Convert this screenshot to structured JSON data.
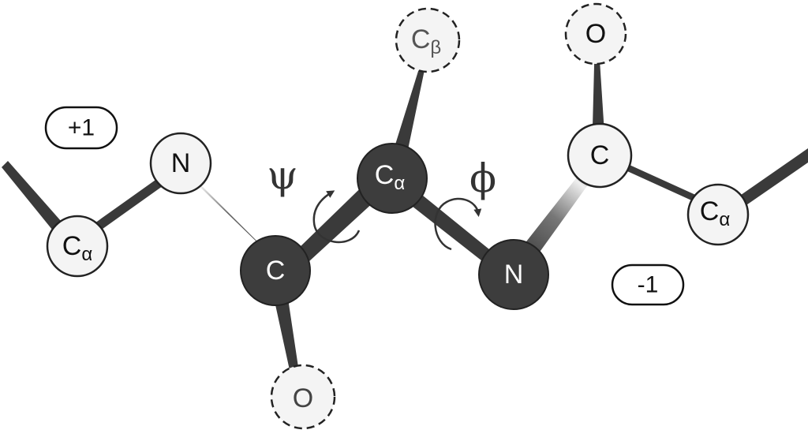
{
  "charges": {
    "plus": "+1",
    "minus": "-1"
  },
  "angles": {
    "psi": "ψ",
    "phi": "ϕ"
  },
  "atoms": {
    "ca_left": {
      "main": "C",
      "sub": "α"
    },
    "n_left": {
      "main": "N"
    },
    "c_center": {
      "main": "C"
    },
    "o_bottom": {
      "main": "O"
    },
    "ca_center": {
      "main": "C",
      "sub": "α"
    },
    "cb_top": {
      "main": "C",
      "sub": "β"
    },
    "n_center": {
      "main": "N"
    },
    "c_right": {
      "main": "C"
    },
    "o_top": {
      "main": "O"
    },
    "ca_right": {
      "main": "C",
      "sub": "α"
    }
  },
  "colors": {
    "dark_atom": "#3d3d3d",
    "light_atom": "#f4f4f4",
    "bond": "#333333",
    "outline": "#222222"
  }
}
